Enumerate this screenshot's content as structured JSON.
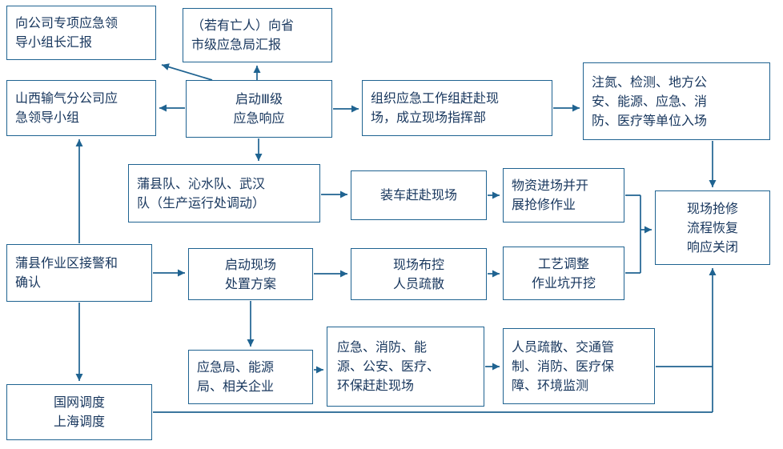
{
  "colors": {
    "line": "#1f6391",
    "text": "#17365d",
    "background": "#ffffff"
  },
  "nodes": {
    "report_company_leader": {
      "label": "向公司专项应急领\n导小组长汇报"
    },
    "report_provincial": {
      "label": "（若有亡人）向省\n市级应急局汇报"
    },
    "shanxi_group": {
      "label": "山西输气分公司应\n急领导小组"
    },
    "level3_response": {
      "label": "启动Ⅲ级\n应急响应"
    },
    "organize_workgroup": {
      "label": "组织应急工作组赶赴现\n场，成立现场指挥部"
    },
    "units_enter": {
      "label": "注氮、检测、地方公\n安、能源、应急、消\n防、医疗等单位入场"
    },
    "teams_dispatch": {
      "label": "蒲县队、沁水队、武汉\n队（生产运行处调动）"
    },
    "load_depart": {
      "label": "装车赶赴现场"
    },
    "materials_enter": {
      "label": "物资进场并开\n展抢修作业"
    },
    "site_repair_close": {
      "label": "现场抢修\n流程恢复\n响应关闭"
    },
    "puxian_alarm": {
      "label": "蒲县作业区接警和\n确认"
    },
    "site_plan": {
      "label": "启动现场\n处置方案"
    },
    "site_control": {
      "label": "现场布控\n人员疏散"
    },
    "process_adjust": {
      "label": "工艺调整\n作业坑开挖"
    },
    "emergency_bureau": {
      "label": "应急局、能源\n局、相关企业"
    },
    "depts_arrive": {
      "label": "应急、消防、能\n源、公安、医疗、\n环保赶赴现场"
    },
    "evacuation_measures": {
      "label": "人员疏散、交通管\n制、消防、医疗保\n障、环境监测"
    },
    "grid_dispatch": {
      "label": "国网调度\n上海调度"
    }
  }
}
